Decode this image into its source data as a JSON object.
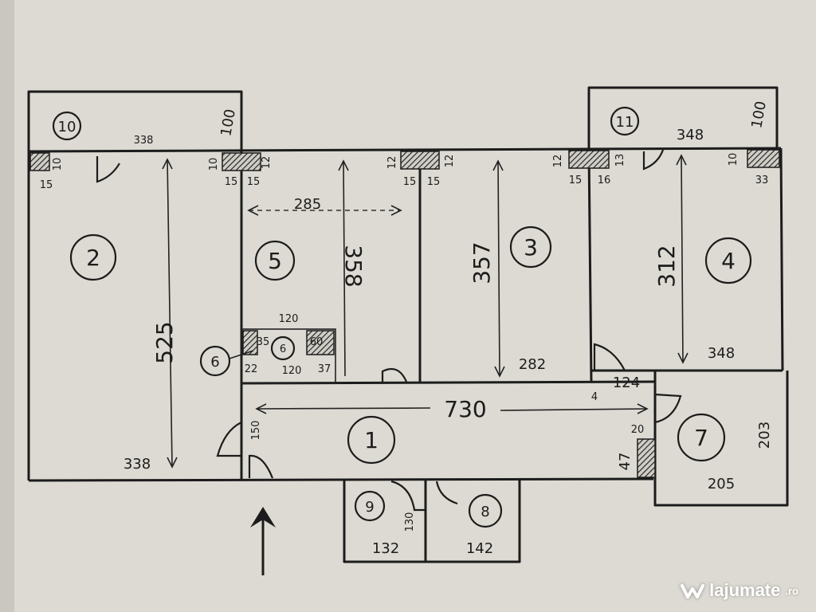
{
  "rooms": {
    "r1": "1",
    "r2": "2",
    "r3": "3",
    "r4": "4",
    "r5": "5",
    "r6": "6",
    "r7": "7",
    "r8": "8",
    "r9": "9",
    "r10": "10",
    "r11": "11",
    "r6b": "6"
  },
  "dimensions": {
    "d10_width": "338",
    "d10_depth": "100",
    "d11_width": "348",
    "d11_depth": "100",
    "d2_height": "525",
    "d2_width": "338",
    "d5_width": "285",
    "d5_height": "358",
    "d3_height": "357",
    "d3_width": "282",
    "d4_height": "312",
    "d4_width": "348",
    "d1_length": "730",
    "d1_depth": "150",
    "d7_width": "205",
    "d7_depth": "203",
    "d9_width": "132",
    "d9_depth": "130",
    "d8_width": "142",
    "d6_top": "120",
    "d6_bottom": "120",
    "d6_l": "22",
    "d6_r": "37",
    "d6_a": "35",
    "d6_b": "60",
    "d124": "124",
    "d4s": "4",
    "d47": "47",
    "d20": "20"
  },
  "wall_marks": {
    "m15a": "15",
    "m10a": "10",
    "m10b": "10",
    "m15b": "15",
    "m15c": "15",
    "m12a": "12",
    "m12b": "12",
    "m15d": "15",
    "m15e": "15",
    "m12c": "12",
    "m12d": "12",
    "m15f": "15",
    "m16": "16",
    "m13": "13",
    "m10c": "10",
    "m33": "33"
  },
  "watermark": {
    "brand": "lajumate",
    "tld": ".ro"
  },
  "colors": {
    "paper": "#dcdad2",
    "ink": "#1c1c1c",
    "watermark": "#ffffff"
  }
}
